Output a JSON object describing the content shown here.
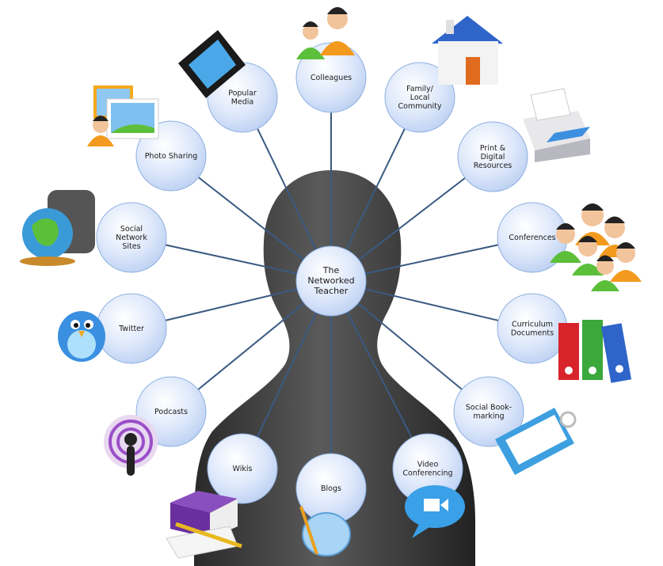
{
  "center": {
    "lines": [
      "The",
      "Networked",
      "Teacher"
    ]
  },
  "nodes": [
    {
      "id": "colleagues",
      "lines": [
        "Colleagues"
      ]
    },
    {
      "id": "family-local-community",
      "lines": [
        "Family/",
        "Local",
        "Community"
      ]
    },
    {
      "id": "print-digital-resources",
      "lines": [
        "Print &",
        "Digital",
        "Resources"
      ]
    },
    {
      "id": "conferences",
      "lines": [
        "Conferences"
      ]
    },
    {
      "id": "curriculum-documents",
      "lines": [
        "Curriculum",
        "Documents"
      ]
    },
    {
      "id": "social-bookmarking",
      "lines": [
        "Social Book-",
        "marking"
      ]
    },
    {
      "id": "video-conferencing",
      "lines": [
        "Video",
        "Conferencing"
      ]
    },
    {
      "id": "blogs",
      "lines": [
        "Blogs"
      ]
    },
    {
      "id": "wikis",
      "lines": [
        "Wikis"
      ]
    },
    {
      "id": "podcasts",
      "lines": [
        "Podcasts"
      ]
    },
    {
      "id": "twitter",
      "lines": [
        "Twitter"
      ]
    },
    {
      "id": "social-network-sites",
      "lines": [
        "Social",
        "Network",
        "Sites"
      ]
    },
    {
      "id": "photo-sharing",
      "lines": [
        "Photo Sharing"
      ]
    },
    {
      "id": "popular-media",
      "lines": [
        "Popular",
        "Media"
      ]
    }
  ],
  "icons": [
    "colleagues-people-icon",
    "house-icon",
    "printer-icon",
    "conference-group-icon",
    "binders-icon",
    "bookmark-tag-icon",
    "video-chat-bubble-icon",
    "hi-speech-bubble-icon",
    "cube-notepad-icon",
    "podcast-icon",
    "twitter-bird-icon",
    "globe-bag-icon",
    "photos-person-icon",
    "film-strip-icon"
  ],
  "colors": {
    "node_fill": "#d6e4fa",
    "node_stroke": "#8eb0e0",
    "line": "#3a5a82",
    "head": "#3b3b3b"
  }
}
